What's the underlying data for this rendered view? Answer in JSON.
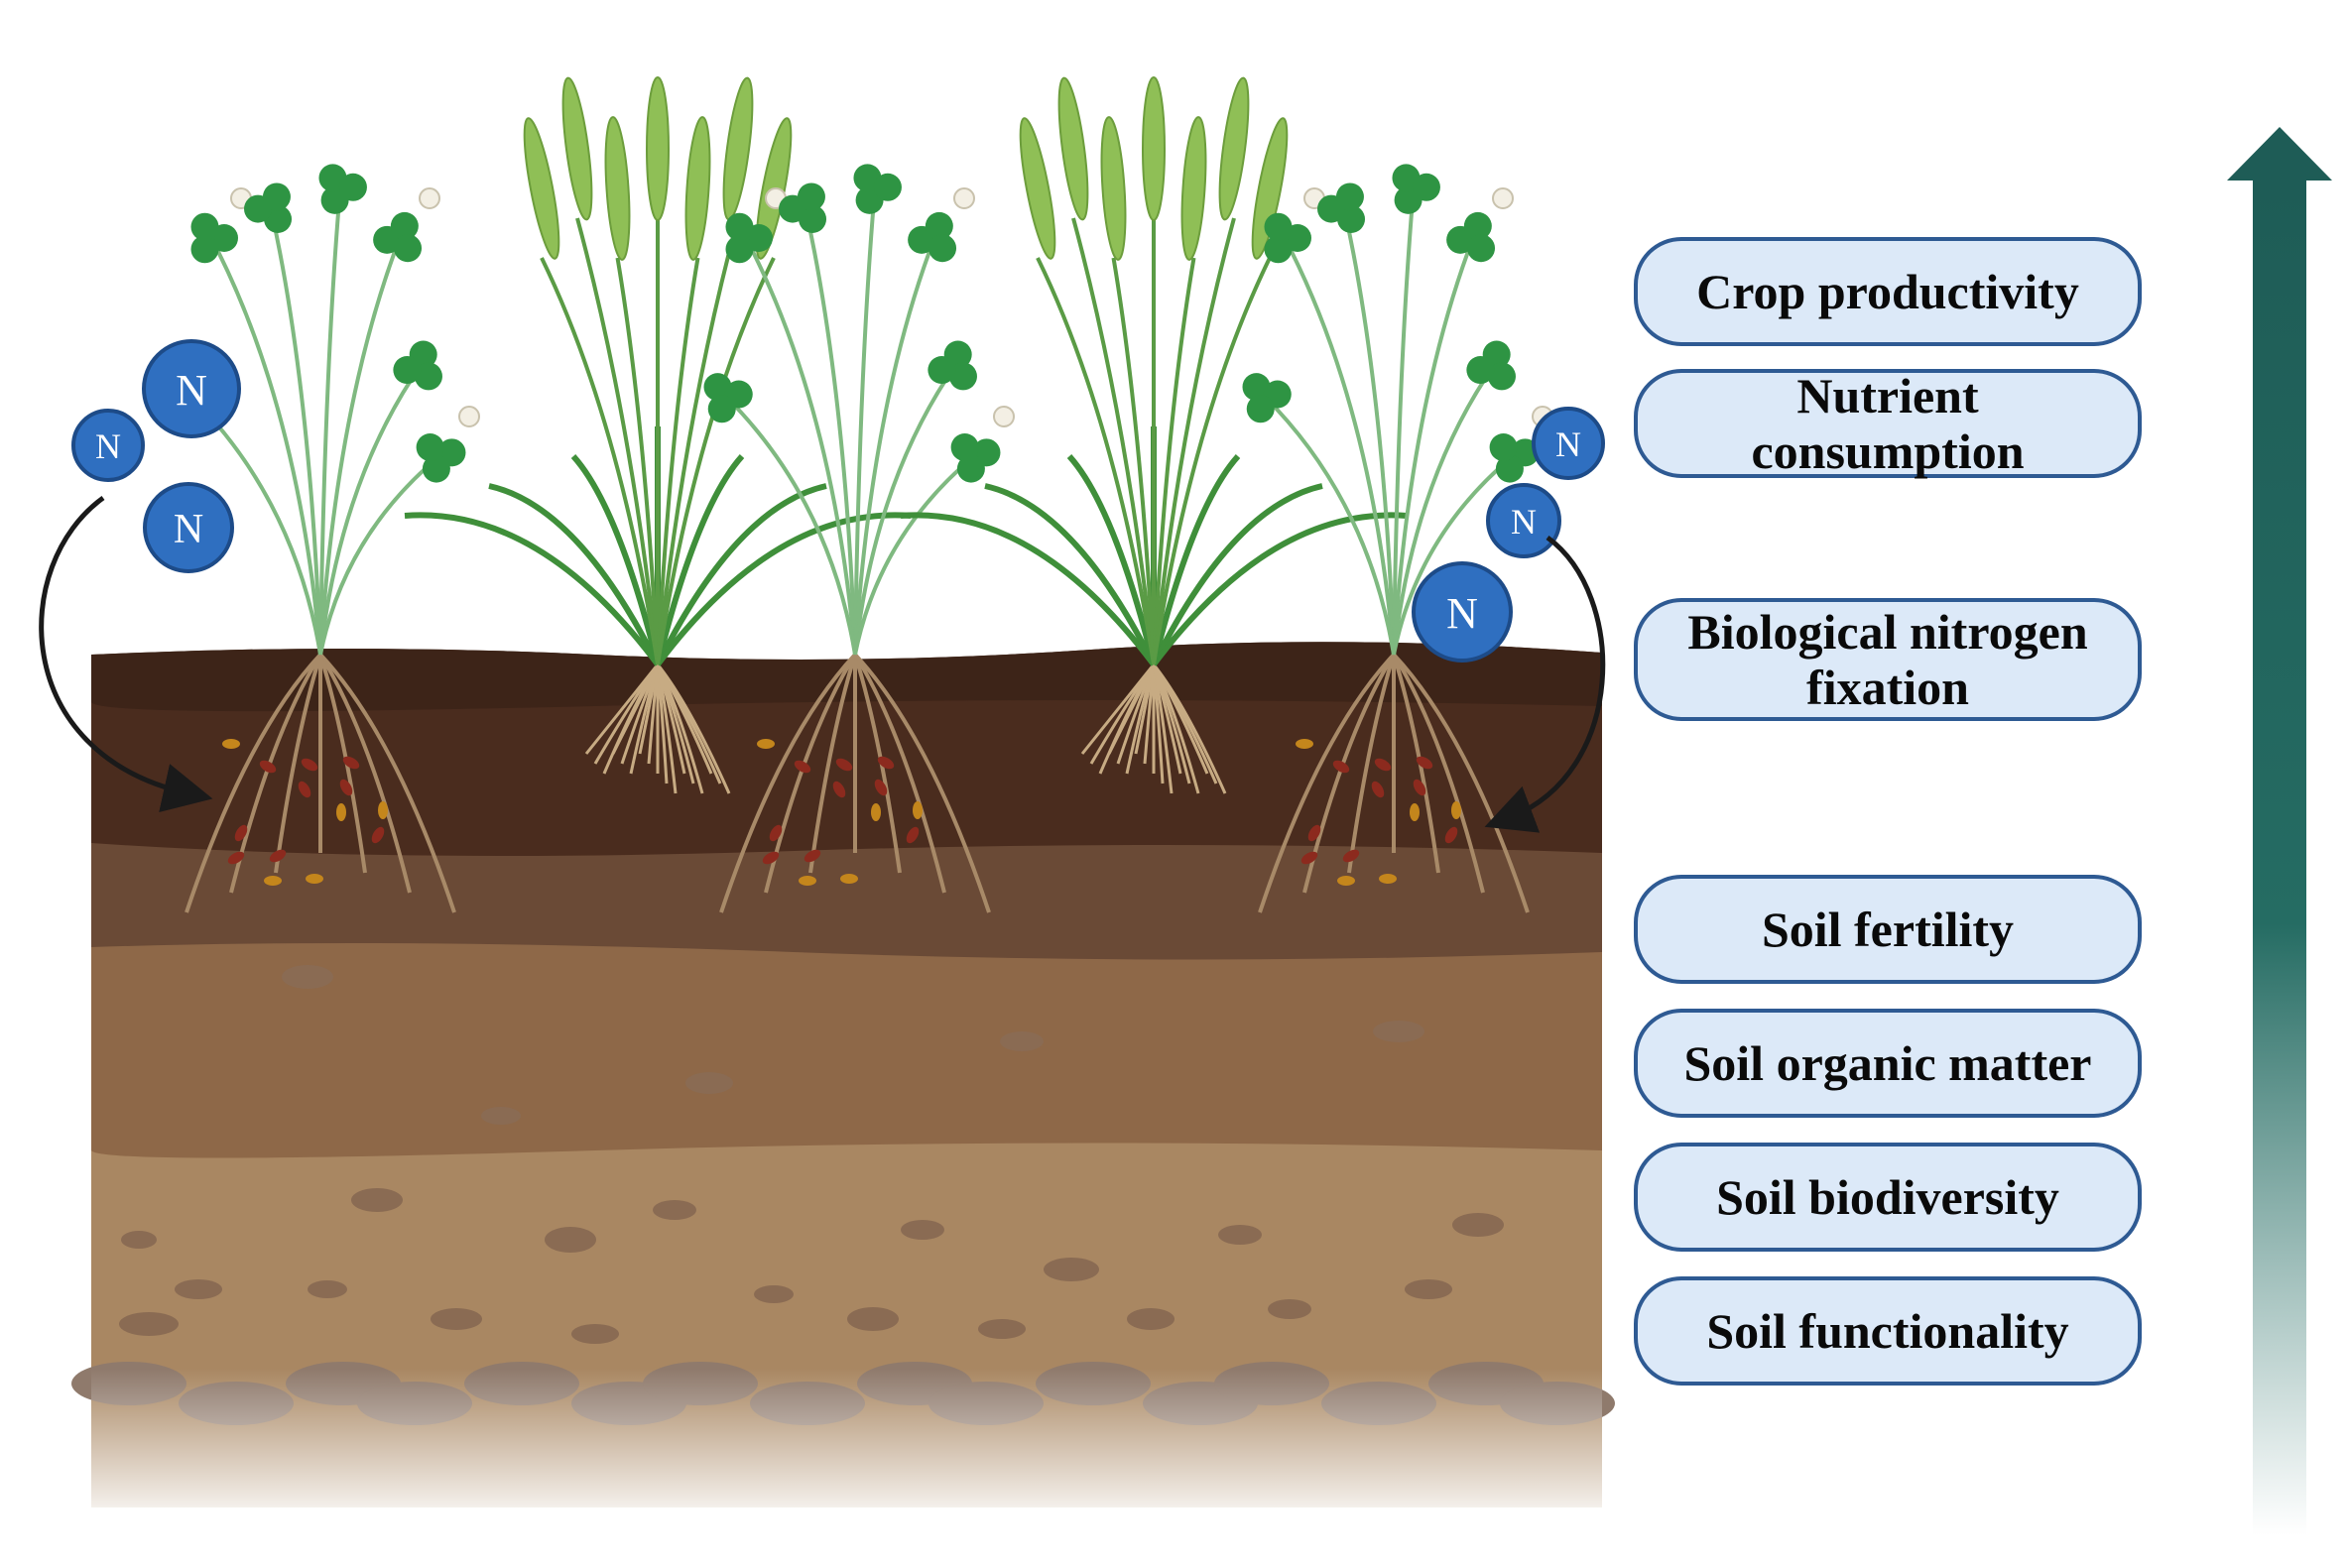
{
  "nitrogen_symbol": "N",
  "benefits": [
    "Crop productivity",
    "Nutrient consumption",
    "Biological nitrogen fixation",
    "Soil fertility",
    "Soil organic matter",
    "Soil biodiversity",
    "Soil functionality"
  ],
  "colors": {
    "pill_fill": "#dce9f8",
    "pill_border": "#2e5a93",
    "nitrogen_fill": "#2f6fc0",
    "arrow_top": "#1f5f58",
    "topsoil": "#4a2c1e",
    "subsoil": "#8e6848",
    "deep_soil": "#a98762",
    "clover": "#2e9443",
    "wheat": "#8fbf56"
  }
}
